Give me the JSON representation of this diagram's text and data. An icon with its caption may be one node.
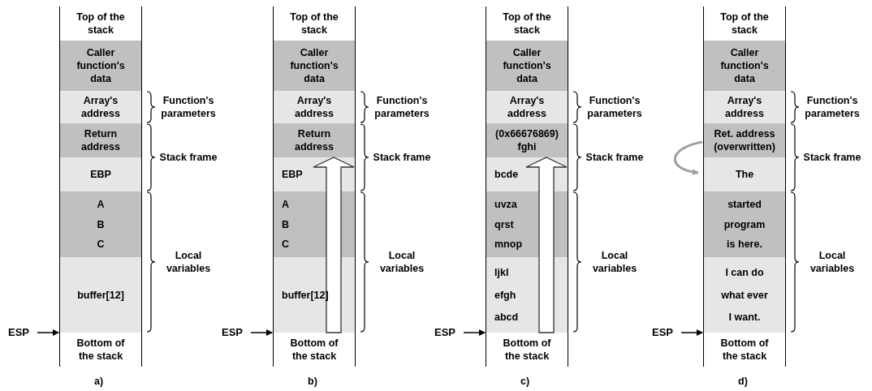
{
  "diagram": {
    "nodes": [
      {
        "text": [
          "Top of the stack"
        ]
      },
      {
        "text": [
          "Caller function's data"
        ]
      },
      {
        "text": [
          "Array's address"
        ]
      },
      {
        "text": [
          "Return address"
        ]
      },
      {
        "text": [
          "EBP"
        ]
      },
      {
        "text": [
          "A",
          "B",
          "C"
        ]
      },
      {
        "text": [
          "buffer[12]"
        ]
      },
      {
        "text": [
          "Bottom of the stack"
        ]
      },
      {
        "text": [
          "ESP"
        ]
      },
      {
        "text": [
          "Top of the stack"
        ]
      },
      {
        "text": [
          "Caller function's data"
        ]
      },
      {
        "text": [
          "Array's address"
        ]
      },
      {
        "text": [
          "Return address"
        ]
      },
      {
        "text": [
          "EBP"
        ]
      },
      {
        "text": [
          "A",
          "B",
          "C"
        ]
      },
      {
        "text": [
          "buffer[12]"
        ]
      },
      {
        "text": [
          "Bottom of the stack"
        ]
      },
      {
        "text": [
          "ESP"
        ]
      },
      {
        "text": [
          "Top of the stack"
        ]
      },
      {
        "text": [
          "Caller function's data"
        ]
      },
      {
        "text": [
          "Array's address"
        ]
      },
      {
        "text": [
          "(0x66676869)",
          "fghi"
        ]
      },
      {
        "text": [
          "bcde"
        ]
      },
      {
        "text": [
          "uvza",
          "qrst",
          "mnop"
        ]
      },
      {
        "text": [
          "ljkl",
          "efgh",
          "abcd"
        ]
      },
      {
        "text": [
          "Bottom of the stack"
        ]
      },
      {
        "text": [
          "ESP"
        ]
      },
      {
        "text": [
          "Top of the stack"
        ]
      },
      {
        "text": [
          "Caller function's data"
        ]
      },
      {
        "text": [
          "Array's address"
        ]
      },
      {
        "text": [
          "Ret. address (overwritten)"
        ]
      },
      {
        "text": [
          "The"
        ]
      },
      {
        "text": [
          "started",
          "program",
          "is here."
        ]
      },
      {
        "text": [
          "I can do",
          "what ever",
          "I want."
        ]
      },
      {
        "text": [
          "Bottom of the stack"
        ]
      },
      {
        "text": [
          "ESP"
        ]
      }
    ],
    "edges": [
      {
        "from": 8,
        "to": 7,
        "arrow": "to"
      },
      {
        "from": 17,
        "to": 16,
        "arrow": "to"
      },
      {
        "from": 15,
        "to": 12,
        "arrow": "to",
        "style": "thick"
      },
      {
        "from": 26,
        "to": 25,
        "arrow": "to"
      },
      {
        "from": 24,
        "to": 21,
        "arrow": "to",
        "style": "thick"
      },
      {
        "from": 35,
        "to": 34,
        "arrow": "to"
      },
      {
        "from": 30,
        "to": 31,
        "arrow": "to",
        "color": "#a0a0a0"
      }
    ],
    "labels": [
      "Function's parameters",
      "Stack frame",
      "Local variables",
      "a)",
      "Function's parameters",
      "Stack frame",
      "Local variables",
      "b)",
      "Function's parameters",
      "Stack frame",
      "Local variables",
      "c)",
      "Function's parameters",
      "Stack frame",
      "Local variables",
      "d)"
    ]
  }
}
